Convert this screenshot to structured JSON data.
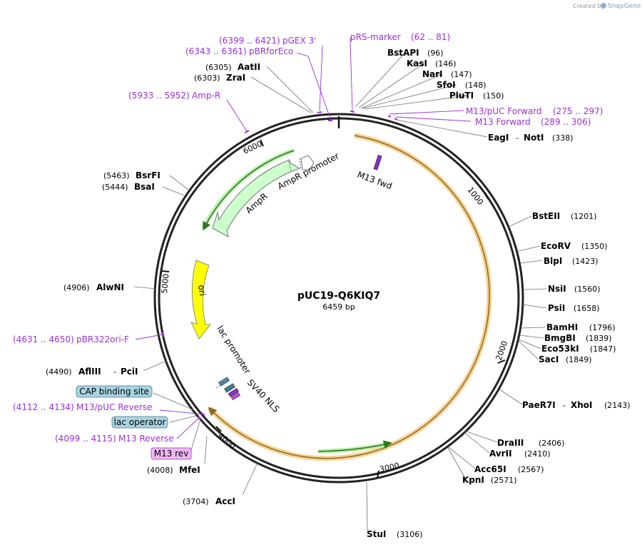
{
  "credit": {
    "created_by": "Created by",
    "brand": "SnapGene"
  },
  "plasmid": {
    "name": "pUC19-Q6KIQ7",
    "length_label": "6459 bp"
  },
  "ruler": [
    "1000",
    "2000",
    "3000",
    "4000",
    "5000",
    "6000"
  ],
  "sites": [
    {
      "name": "BstAPI",
      "pos": "(96)"
    },
    {
      "name": "KasI",
      "pos": "(146)"
    },
    {
      "name": "NarI",
      "pos": "(147)"
    },
    {
      "name": "SfoI",
      "pos": "(148)"
    },
    {
      "name": "PluTI",
      "pos": "(150)"
    },
    {
      "name": "EagI",
      "sep": "-",
      "name2": "NotI",
      "pos": "(338)"
    },
    {
      "name": "BstEII",
      "pos": "(1201)"
    },
    {
      "name": "EcoRV",
      "pos": "(1350)"
    },
    {
      "name": "BlpI",
      "pos": "(1423)"
    },
    {
      "name": "NsiI",
      "pos": "(1560)"
    },
    {
      "name": "PsiI",
      "pos": "(1658)"
    },
    {
      "name": "BamHI",
      "pos": "(1796)"
    },
    {
      "name": "BmgBI",
      "pos": "(1839)"
    },
    {
      "name": "Eco53kI",
      "pos": "(1847)"
    },
    {
      "name": "SacI",
      "pos": "(1849)"
    },
    {
      "name": "PaeR7I",
      "sep": "-",
      "name2": "XhoI",
      "pos": "(2143)"
    },
    {
      "name": "DraIII",
      "pos": "(2406)"
    },
    {
      "name": "AvrII",
      "pos": "(2410)"
    },
    {
      "name": "Acc65I",
      "pos": "(2567)"
    },
    {
      "name": "KpnI",
      "pos": "(2571)"
    },
    {
      "name": "StuI",
      "pos": "(3106)"
    },
    {
      "name": "AccI",
      "pos": "(3704)"
    },
    {
      "name": "MfeI",
      "pos": "(4008)"
    },
    {
      "name": "AflIII",
      "sep": "-",
      "name2": "PciI",
      "pos": "(4490)"
    },
    {
      "name": "AlwNI",
      "pos": "(4906)"
    },
    {
      "name": "BsaI",
      "pos": "(5444)"
    },
    {
      "name": "BsrFI",
      "pos": "(5463)"
    },
    {
      "name": "ZraI",
      "pos": "(6303)"
    },
    {
      "name": "AatII",
      "pos": "(6305)"
    }
  ],
  "primers": [
    {
      "name": "pRS-marker",
      "range": "(62 .. 81)"
    },
    {
      "name": "M13/pUC Forward",
      "range": "(275 .. 297)"
    },
    {
      "name": "M13 Forward",
      "range": "(289 .. 306)"
    },
    {
      "name": "pGEX 3'",
      "range": "(6399 .. 6421)"
    },
    {
      "name": "pBRforEco",
      "range": "(6343 .. 6361)"
    },
    {
      "name": "Amp-R",
      "range": "(5933 .. 5952)"
    },
    {
      "name": "pBR322ori-F",
      "range": "(4631 .. 4650)"
    },
    {
      "name": "M13/pUC Reverse",
      "range": "(4112 .. 4134)"
    },
    {
      "name": "M13 Reverse",
      "range": "(4099 .. 4115)"
    }
  ],
  "features": {
    "m13_fwd": "M13 fwd",
    "ampr_promoter": "AmpR promoter",
    "ampr": "AmpR",
    "ori": "ori",
    "lac_promoter": "lac promoter",
    "sv40_nls": "SV40 NLS",
    "cap_binding_site": "CAP binding site",
    "lac_operator": "lac operator",
    "m13_rev": "M13 rev"
  },
  "colors": {
    "backbone": "#222222",
    "orf_highlight": "#f5b342",
    "ampr_fill": "#ccffcc",
    "ampr_stroke": "#3a8a2a",
    "ori_fill": "#ffff00",
    "primer": "#9b30d9",
    "regulatory_box": "#a8d4e0",
    "m13_rev_box": "#f0b8f0"
  }
}
